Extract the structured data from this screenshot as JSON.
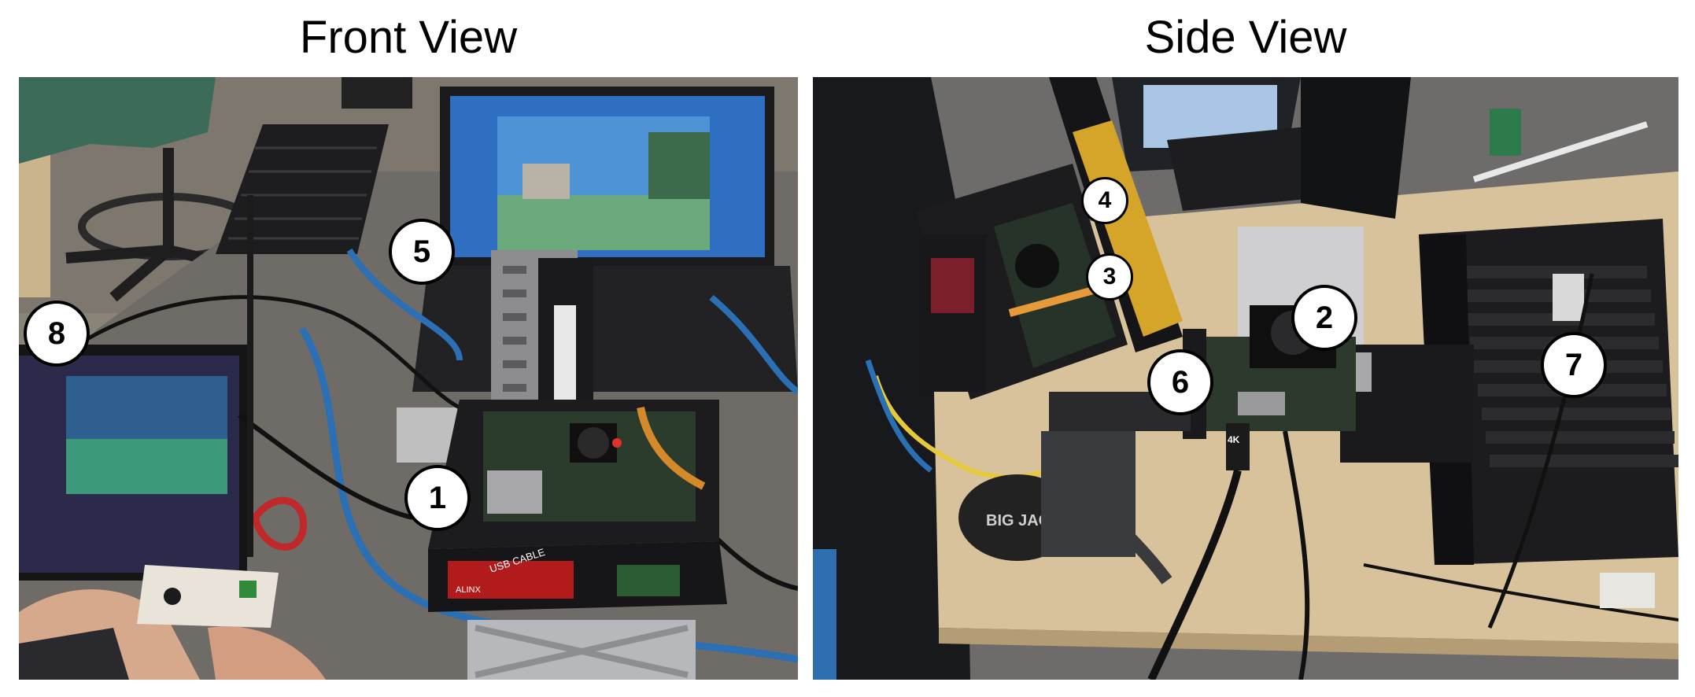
{
  "views": {
    "front": {
      "title": "Front View"
    },
    "side": {
      "title": "Side View"
    }
  },
  "labels": {
    "board_usb_cable": "USB CABLE",
    "board_alinx": "ALINX",
    "hdmi_4k": "4K",
    "big_jack": "BIG JACK"
  },
  "callouts": {
    "c1": "1",
    "c2": "2",
    "c3": "3",
    "c4": "4",
    "c5": "5",
    "c6": "6",
    "c7": "7",
    "c8": "8"
  },
  "colors": {
    "floor_front": "#8c8578",
    "desk_wood": "#d8c29c",
    "enclosure_black": "#1c1c1e",
    "screen_sky": "#3f82c7",
    "screen_grass": "#4f8f63",
    "cable_blue": "#2b6fb5",
    "led_red": "#e2302a"
  }
}
